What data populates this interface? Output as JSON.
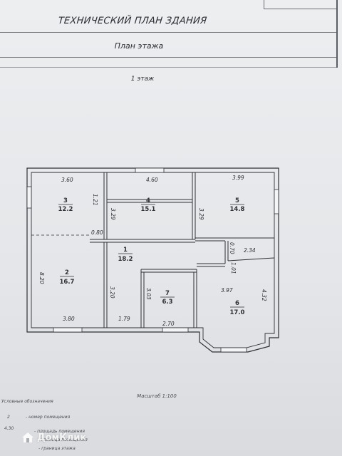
{
  "header": {
    "title": "ТЕХНИЧЕСКИЙ ПЛАН ЗДАНИЯ",
    "subtitle": "План этажа"
  },
  "floor_label": "1 этаж",
  "rooms": [
    {
      "number": "1",
      "area": "18.2"
    },
    {
      "number": "2",
      "area": "16.7"
    },
    {
      "number": "3",
      "area": "12.2"
    },
    {
      "number": "4",
      "area": "15.1"
    },
    {
      "number": "5",
      "area": "14.8"
    },
    {
      "number": "6",
      "area": "17.0"
    },
    {
      "number": "7",
      "area": "6.3"
    }
  ],
  "dimensions": {
    "d360": "3.60",
    "d121": "1.21",
    "d460": "4.60",
    "d329a": "3.29",
    "d399": "3.99",
    "d329b": "3.29",
    "d080": "0.80",
    "d070": "0.70",
    "d234": "2.34",
    "d101": "1.01",
    "d820": "8.20",
    "d320": "3.20",
    "d303": "3.03",
    "d397": "3.97",
    "d432": "4.32",
    "d380": "3.80",
    "d179": "1.79",
    "d270": "2.70"
  },
  "scale": "Масштаб 1:100",
  "legend": {
    "heading": "Условные обозначения",
    "item1_symbol": "2",
    "item1_text": "- номер помещения",
    "item2_symbol": "4.30",
    "item2_text": "- площадь помещения",
    "item3_text": "- граница помещения",
    "item4_text": "- граница этажа"
  },
  "watermark": "ДомКлик"
}
